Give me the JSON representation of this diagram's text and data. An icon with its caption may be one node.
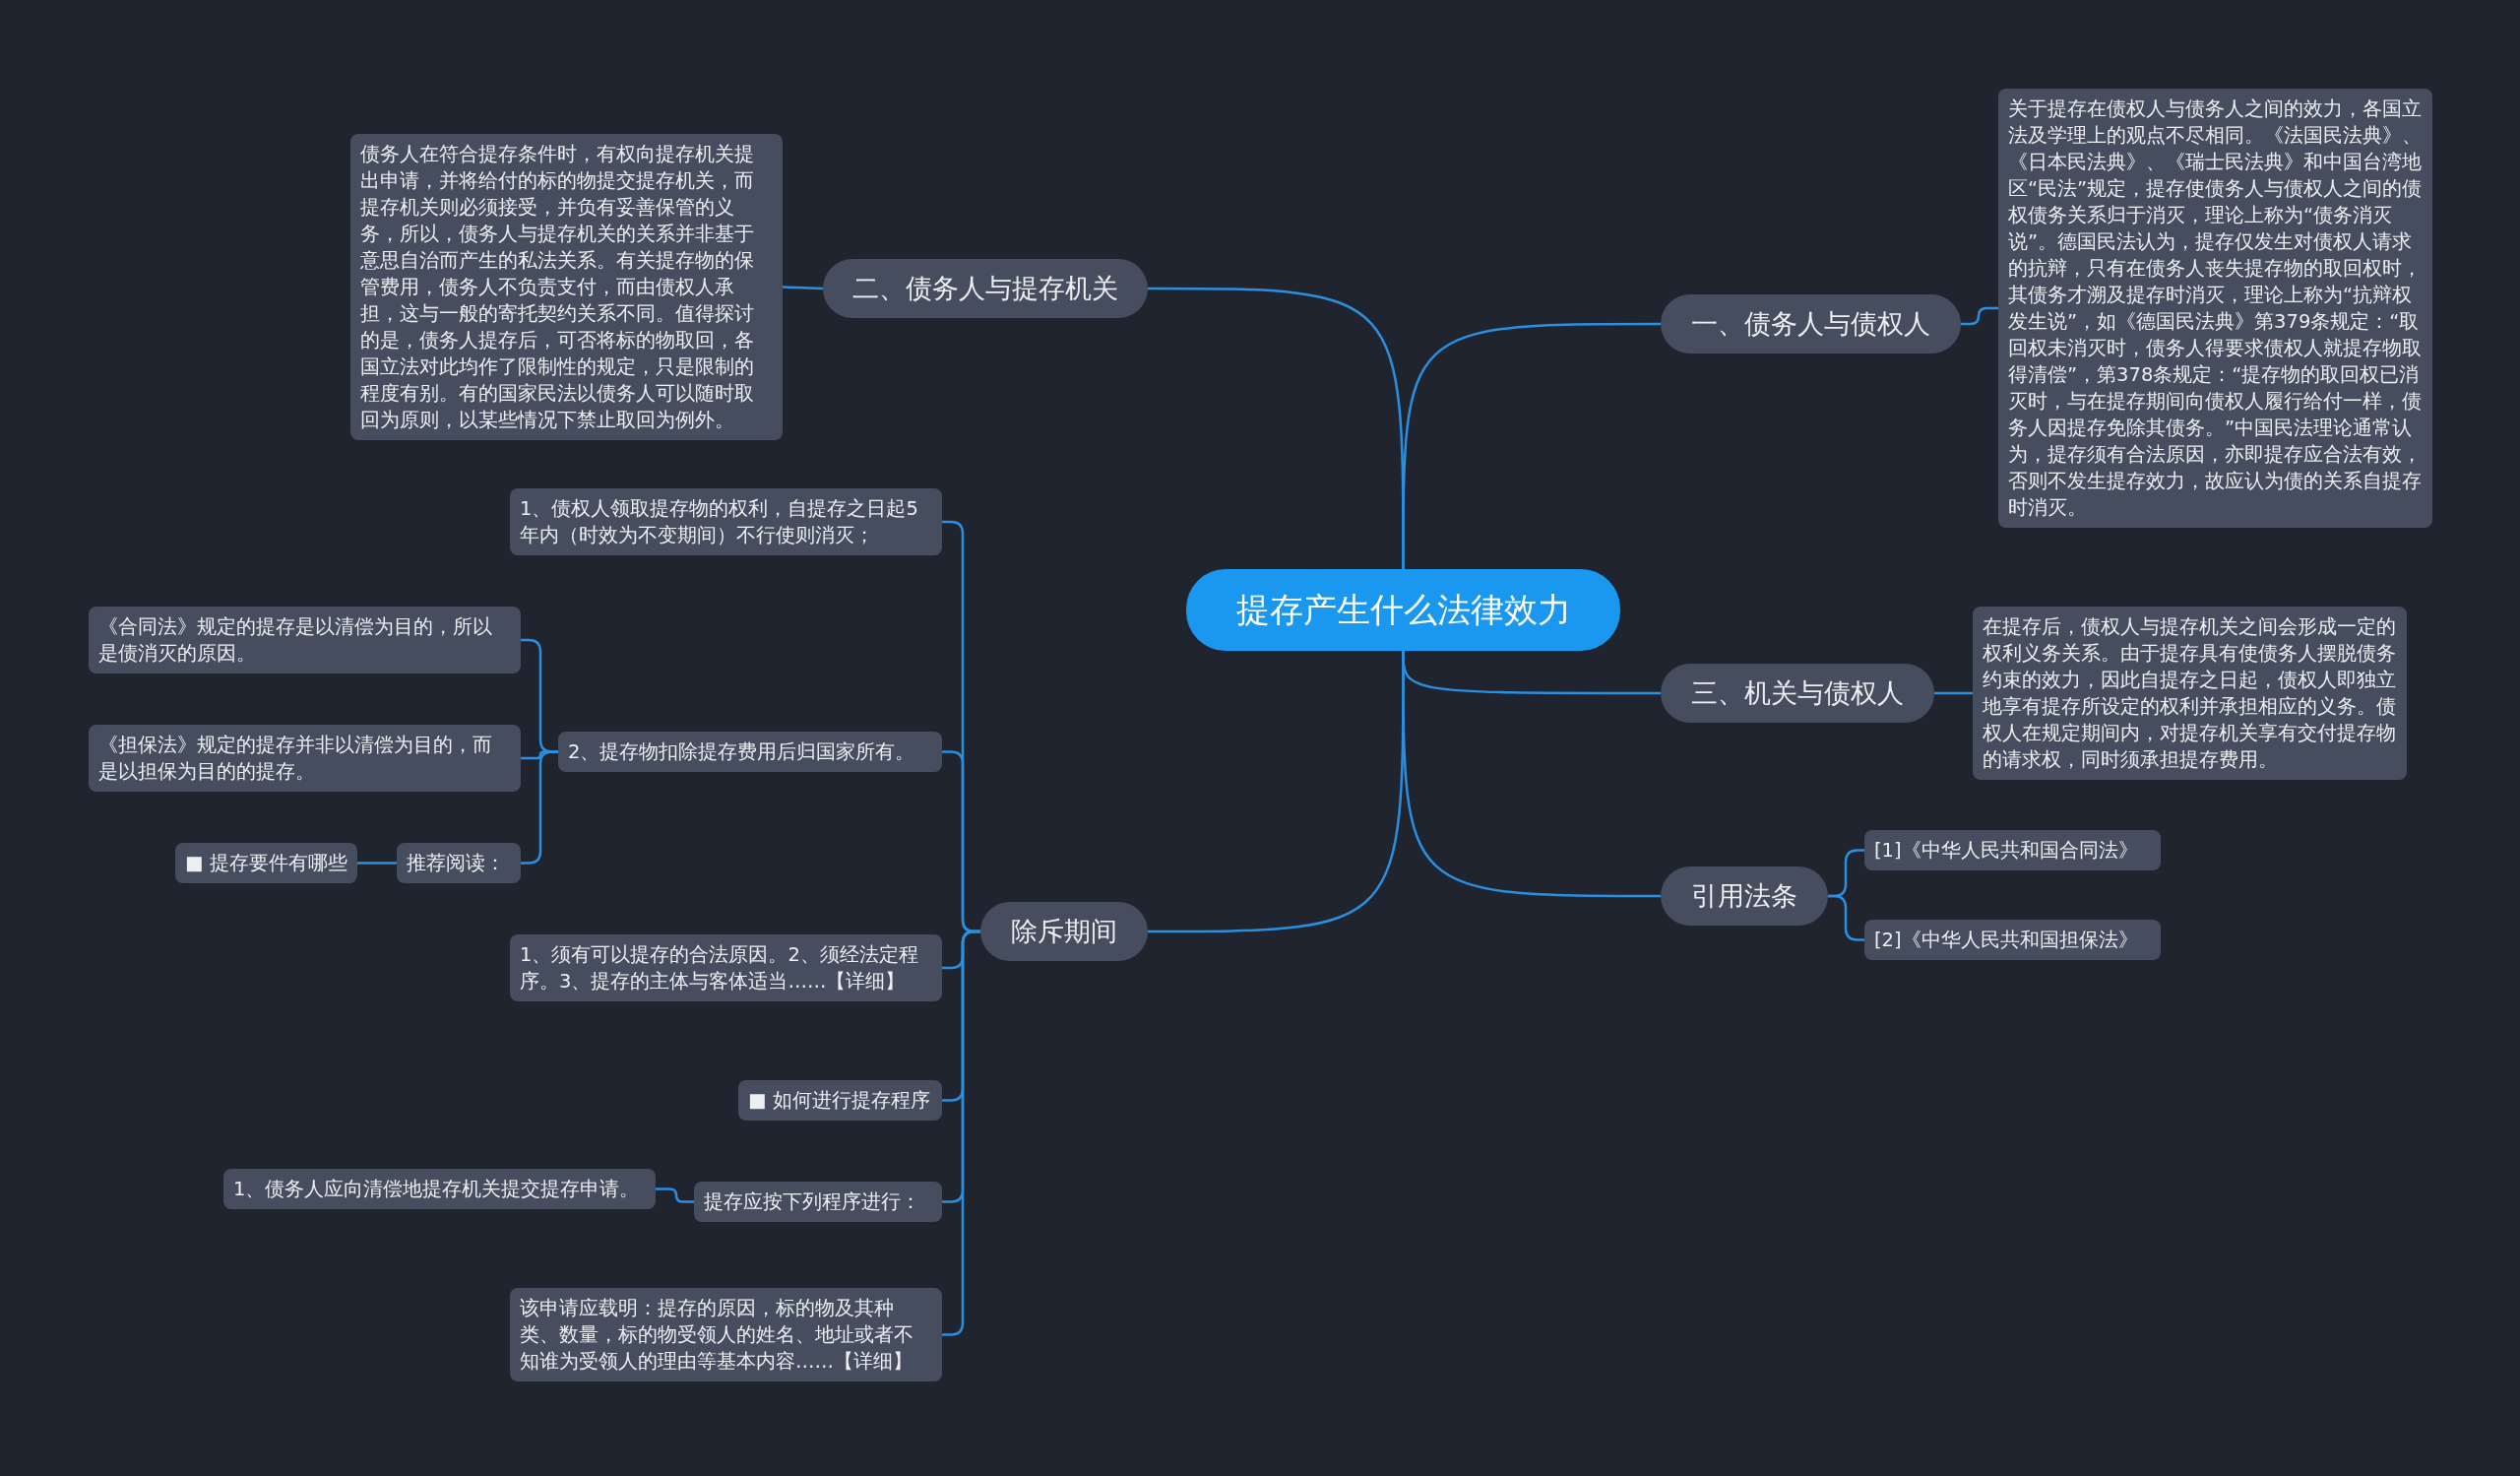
{
  "diagram": {
    "nodes": [
      {
        "text": [
          "提存产生什么法律效力"
        ]
      },
      {
        "text": [
          "一、债务人与债权人"
        ]
      },
      {
        "text": [
          "关于提存在债权人与债务人之间的效力，各国立法及学理上的观点不尽相同。《法国民法典》、《日本民法典》、《瑞士民法典》和中国台湾地区“民法”规定，提存使债务人与债权人之间的债权债务关系归于消灭，理论上称为“债务消灭说”。德国民法认为，提存仅发生对债权人请求的抗辩，只有在债务人丧失提存物的取回权时，其债务才溯及提存时消灭，理论上称为“抗辩权发生说”，如《德国民法典》第379条规定：“取回权未消灭时，债务人得要求债权人就提存物取得清偿”，第378条规定：“提存物的取回权已消灭时，与在提存期间向债权人履行给付一样，债务人因提存免除其债务。”中国民法理论通常认为，提存须有合法原因，亦即提存应合法有效，否则不发生提存效力，故应认为债的关系自提存时消灭。"
        ]
      },
      {
        "text": [
          "二、债务人与提存机关"
        ]
      },
      {
        "text": [
          "债务人在符合提存条件时，有权向提存机关提出申请，并将给付的标的物提交提存机关，而提存机关则必须接受，并负有妥善保管的义务，所以，债务人与提存机关的关系并非基于意思自治而产生的私法关系。有关提存物的保管费用，债务人不负责支付，而由债权人承担，这与一般的寄托契约关系不同。值得探讨的是，债务人提存后，可否将标的物取回，各国立法对此均作了限制性的规定，只是限制的程度有别。有的国家民法以债务人可以随时取回为原则，以某些情况下禁止取回为例外。"
        ]
      },
      {
        "text": [
          "三、机关与债权人"
        ]
      },
      {
        "text": [
          "在提存后，债权人与提存机关之间会形成一定的权利义务关系。由于提存具有使债务人摆脱债务约束的效力，因此自提存之日起，债权人即独立地享有提存所设定的权利并承担相应的义务。债权人在规定期间内，对提存机关享有交付提存物的请求权，同时须承担提存费用。"
        ]
      },
      {
        "text": [
          "引用法条"
        ]
      },
      {
        "text": [
          "[1]《中华人民共和国合同法》"
        ]
      },
      {
        "text": [
          "[2]《中华人民共和国担保法》"
        ]
      },
      {
        "text": [
          "除斥期间"
        ]
      },
      {
        "text": [
          "1、债权人领取提存物的权利，自提存之日起5年内（时效为不变期间）不行使则消灭；"
        ]
      },
      {
        "text": [
          "2、提存物扣除提存费用后归国家所有。"
        ]
      },
      {
        "text": [
          "《合同法》规定的提存是以清偿为目的，所以是债消灭的原因。"
        ]
      },
      {
        "text": [
          "《担保法》规定的提存并非以清偿为目的，而是以担保为目的的提存。"
        ]
      },
      {
        "text": [
          "推荐阅读："
        ]
      },
      {
        "text": [
          "■ 提存要件有哪些"
        ]
      },
      {
        "text": [
          "1、须有可以提存的合法原因。2、须经法定程序。3、提存的主体与客体适当……【详细】"
        ]
      },
      {
        "text": [
          "■ 如何进行提存程序"
        ]
      },
      {
        "text": [
          "提存应按下列程序进行："
        ]
      },
      {
        "text": [
          "1、债务人应向清偿地提存机关提交提存申请。"
        ]
      },
      {
        "text": [
          "该申请应载明：提存的原因，标的物及其种类、数量，标的物受领人的姓名、地址或者不知谁为受领人的理由等基本内容……【详细】"
        ]
      }
    ],
    "edges": [
      {
        "from": 0,
        "to": 1,
        "arrow": "none"
      },
      {
        "from": 0,
        "to": 3,
        "arrow": "none"
      },
      {
        "from": 0,
        "to": 5,
        "arrow": "none"
      },
      {
        "from": 0,
        "to": 7,
        "arrow": "none"
      },
      {
        "from": 0,
        "to": 10,
        "arrow": "none"
      },
      {
        "from": 1,
        "to": 2,
        "arrow": "none"
      },
      {
        "from": 3,
        "to": 4,
        "arrow": "none"
      },
      {
        "from": 5,
        "to": 6,
        "arrow": "none"
      },
      {
        "from": 7,
        "to": 8,
        "arrow": "none"
      },
      {
        "from": 7,
        "to": 9,
        "arrow": "none"
      },
      {
        "from": 10,
        "to": 11,
        "arrow": "none"
      },
      {
        "from": 10,
        "to": 12,
        "arrow": "none"
      },
      {
        "from": 10,
        "to": 17,
        "arrow": "none"
      },
      {
        "from": 10,
        "to": 18,
        "arrow": "none"
      },
      {
        "from": 10,
        "to": 19,
        "arrow": "none"
      },
      {
        "from": 10,
        "to": 21,
        "arrow": "none"
      },
      {
        "from": 12,
        "to": 13,
        "arrow": "none"
      },
      {
        "from": 12,
        "to": 14,
        "arrow": "none"
      },
      {
        "from": 12,
        "to": 15,
        "arrow": "none"
      },
      {
        "from": 15,
        "to": 16,
        "arrow": "none"
      },
      {
        "from": 19,
        "to": 20,
        "arrow": "none"
      }
    ]
  }
}
